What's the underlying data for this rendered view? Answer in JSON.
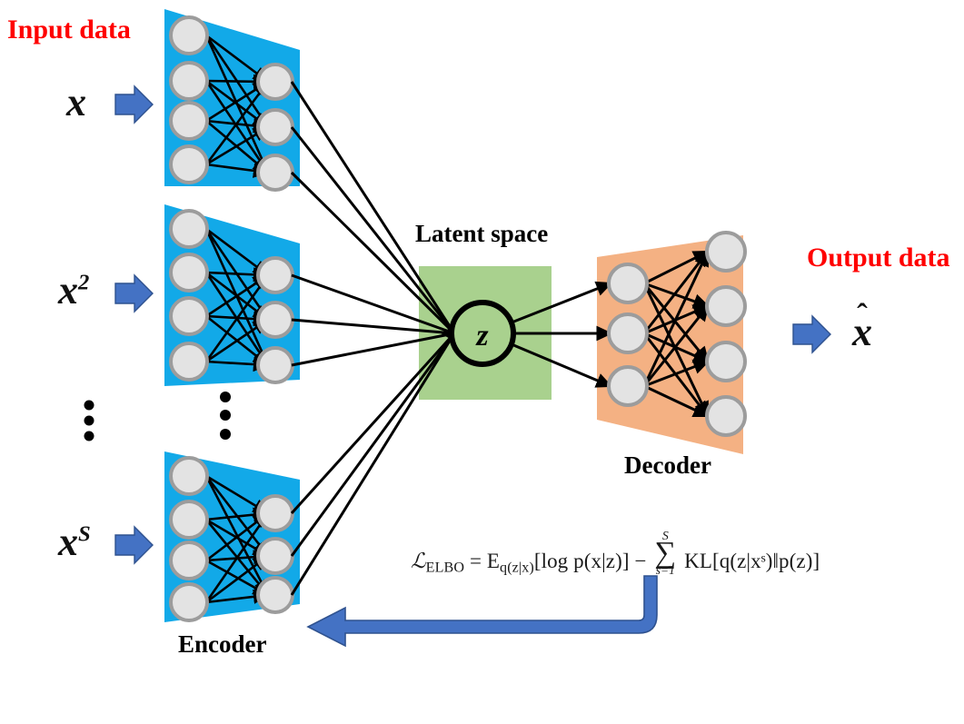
{
  "diagram": {
    "title_alt": "Multi-sample Variational Autoencoder architecture",
    "labels": {
      "input_data": "Input data",
      "output_data": "Output data",
      "latent_space": "Latent space",
      "encoder": "Encoder",
      "decoder": "Decoder"
    },
    "inputs": [
      {
        "id": "x1",
        "base": "x",
        "exponent": ""
      },
      {
        "id": "x2",
        "base": "x",
        "exponent": "2"
      },
      {
        "id": "xS",
        "base": "x",
        "exponent": "S"
      }
    ],
    "input_ellipsis": "⋮",
    "block_ellipsis": "⋮",
    "latent_variable": "z",
    "output_variable": {
      "base": "x",
      "accent": "̂"
    },
    "formula": {
      "lhs_symbol": "ℒ",
      "lhs_subscript": "ELBO",
      "equals": "=",
      "expectation_symbol": "E",
      "expectation_subscript": "q(z|x)",
      "recon_term": "[log p(x|z)]",
      "minus": "−",
      "sum_upper": "S",
      "sum_symbol": "∑",
      "sum_lower": "s=1",
      "kl_symbol": "KL",
      "kl_term": "[q(z|xˢ)‖p(z)]",
      "plain_text": "ℒ_ELBO = E_q(z|x)[log p(x|z)] − Σ_{s=1}^{S} KL[q(z|x^s)‖p(z)]"
    },
    "feedback_arrow": {
      "name": "backpropagation-arrow",
      "direction": "right-to-left"
    },
    "colors": {
      "encoder_fill": "#12A9E8",
      "decoder_fill": "#F4B183",
      "latent_fill": "#A9D18E",
      "node_fill": "#E3E3E3",
      "node_stroke": "#9C9C9C",
      "arrow_blue": "#4472C4",
      "label_red": "#FF0000",
      "edge_black": "#000000",
      "background": "#FFFFFF"
    },
    "counts": {
      "encoder_blocks": 3,
      "encoder_input_nodes": 4,
      "encoder_hidden_nodes": 3,
      "decoder_hidden_nodes": 3,
      "decoder_output_nodes": 4
    }
  }
}
